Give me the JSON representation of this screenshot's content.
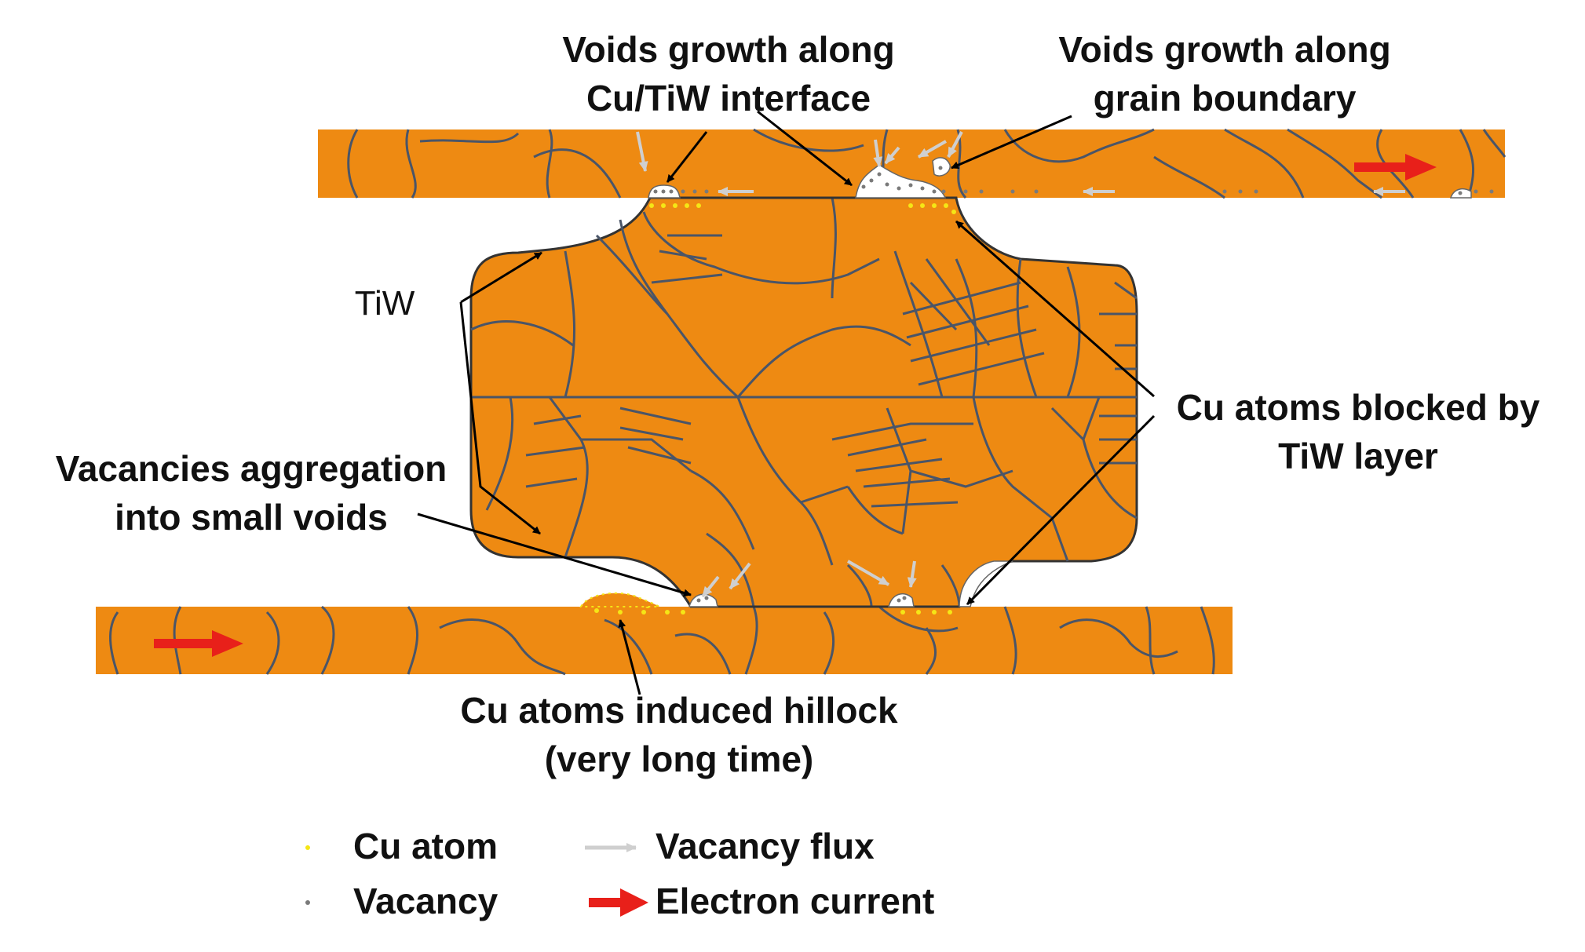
{
  "labels": {
    "voids_interface": [
      "Voids growth along",
      "Cu/TiW interface"
    ],
    "voids_grain": [
      "Voids growth along",
      "grain boundary"
    ],
    "tiw": "TiW",
    "cu_blocked": [
      "Cu atoms blocked by",
      "TiW layer"
    ],
    "vacancies_aggregation": [
      "Vacancies aggregation",
      "into small voids"
    ],
    "hillock": [
      "Cu atoms induced hillock",
      "(very long time)"
    ]
  },
  "legend": {
    "cu_atom": "Cu atom",
    "vacancy": "Vacancy",
    "vacancy_flux": "Vacancy flux",
    "electron_current": "Electron current"
  },
  "colors": {
    "copper": "#EE8A12",
    "grain_boundary": "#4A5568",
    "cu_atom": "#F5E616",
    "vacancy": "#7A7A7A",
    "vacancy_flux": "#CFCFCF",
    "electron_current": "#E8201A",
    "tiw_line": "#3A3A3A"
  }
}
